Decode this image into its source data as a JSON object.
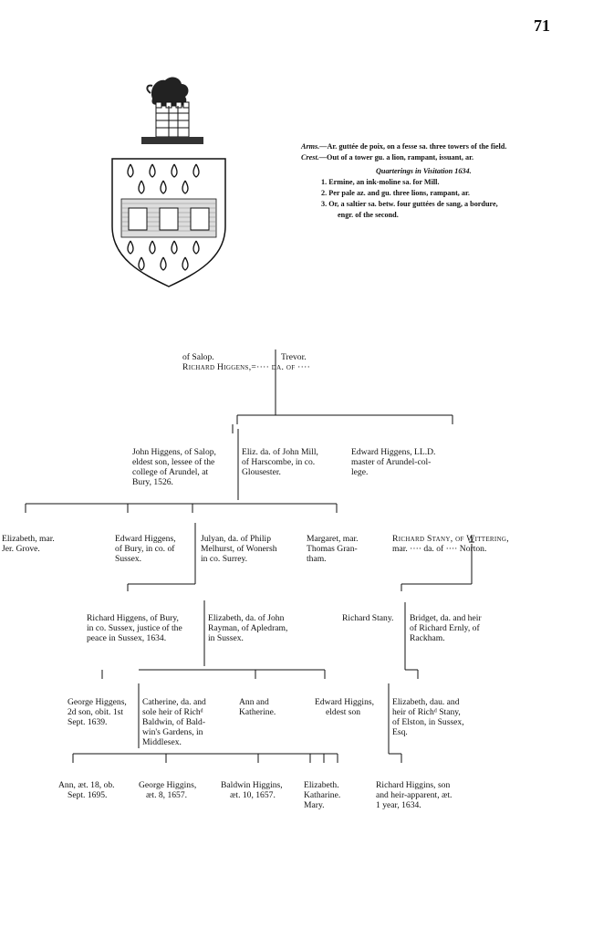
{
  "page_number": "71",
  "arms_block": {
    "arms": "Ar. guttée de poix, on a fesse sa. three towers of the field.",
    "crest": "Out of a tower gu. a lion, rampant, issuant, ar.",
    "quarterings_heading": "Quarterings in Visitation 1634.",
    "quarterings": [
      "1. Ermine, an ink-moline sa. for Mill.",
      "2. Per pale az. and gu. three lions, rampant, ar.",
      "3. Or, a saltier sa. betw. four guttées de sang, a bordure,",
      "engr. of the second."
    ],
    "arms_label": "Arms.—",
    "crest_label": "Crest.—"
  },
  "pedigree": {
    "richard_higgens": [
      "Richard Higgens,=···· da. of ····",
      "of Salop.",
      "Trevor."
    ],
    "john_higgens": [
      "John Higgens, of Salop,",
      "eldest son, lessee of the",
      "college of Arundel, at",
      "Bury, 1526."
    ],
    "eliz_mill": [
      "Eliz. da. of John Mill,",
      "of Harscombe, in co.",
      "Glousester."
    ],
    "edward_llD": [
      "Edward Higgens, LL.D.",
      "master of Arundel-col-",
      "lege."
    ],
    "elizabeth_grove": [
      "Elizabeth, mar.",
      "Jer. Grove."
    ],
    "edward_bury": [
      "Edward Higgens,",
      "of Bury, in co. of",
      "Sussex."
    ],
    "julyan": [
      "Julyan, da. of Philip",
      "Melhurst, of Wonersh",
      "in co. Surrey."
    ],
    "margaret": [
      "Margaret, mar.",
      "Thomas Gran-",
      "tham."
    ],
    "richard_stany_elder": [
      "Richard Stany, of Wittering,",
      "mar. ···· da. of ···· Norton."
    ],
    "richard_bury": [
      "Richard Higgens, of Bury,",
      "in co. Sussex, justice of the",
      "peace in Sussex, 1634."
    ],
    "elizabeth_rayman": [
      "Elizabeth, da. of John",
      "Rayman, of Apledram,",
      "in Sussex."
    ],
    "richard_stany": [
      "Richard Stany."
    ],
    "bridget": [
      "Bridget, da. and heir",
      "of Richard Ernly, of",
      "Rackham."
    ],
    "george_higgens": [
      "George Higgens,",
      "2d son, obit. 1st",
      "Sept. 1639."
    ],
    "catherine": [
      "Catherine, da. and",
      "sole heir of Richᵈ",
      "Baldwin, of Bald-",
      "win's Gardens, in",
      "Middlesex."
    ],
    "ann_katherine": [
      "Ann and",
      "Katherine."
    ],
    "edward_higgins": [
      "Edward Higgins,",
      "eldest son"
    ],
    "elizabeth_stany": [
      "Elizabeth, dau. and",
      "heir of Richᵈ Stany,",
      "of Elston, in Sussex,",
      "Esq."
    ],
    "ann": [
      "Ann, æt. 18, ob.",
      "Sept. 1695."
    ],
    "george_higgins": [
      "George Higgins,",
      "æt. 8, 1657."
    ],
    "baldwin": [
      "Baldwin Higgins,",
      "æt. 10, 1657."
    ],
    "eliz_kath_mary": [
      "Elizabeth.",
      "Katharine.",
      "Mary."
    ],
    "richard_higgins_heir": [
      "Richard Higgins, son",
      "and heir-apparent, æt.",
      "1 year, 1634."
    ]
  }
}
